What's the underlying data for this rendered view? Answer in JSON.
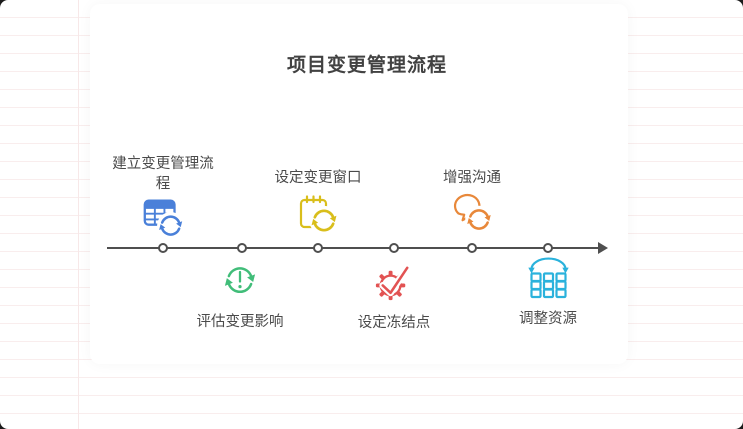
{
  "title": "项目变更管理流程",
  "timeline": {
    "axis_color": "#4f4f4f",
    "node_count": 6,
    "above": [
      {
        "label": "建立变更管理流程",
        "icon": "table-sync-icon",
        "color": "#4a80d9"
      },
      {
        "label": "设定变更窗口",
        "icon": "calendar-sync-icon",
        "color": "#d9be1b"
      },
      {
        "label": "增强沟通",
        "icon": "chat-sync-icon",
        "color": "#e8883a"
      }
    ],
    "below": [
      {
        "label": "评估变更影响",
        "icon": "alert-sync-icon",
        "color": "#41bd79"
      },
      {
        "label": "设定冻结点",
        "icon": "gear-check-icon",
        "color": "#e25353"
      },
      {
        "label": "调整资源",
        "icon": "columns-swap-icon",
        "color": "#2ab2dc"
      }
    ]
  }
}
